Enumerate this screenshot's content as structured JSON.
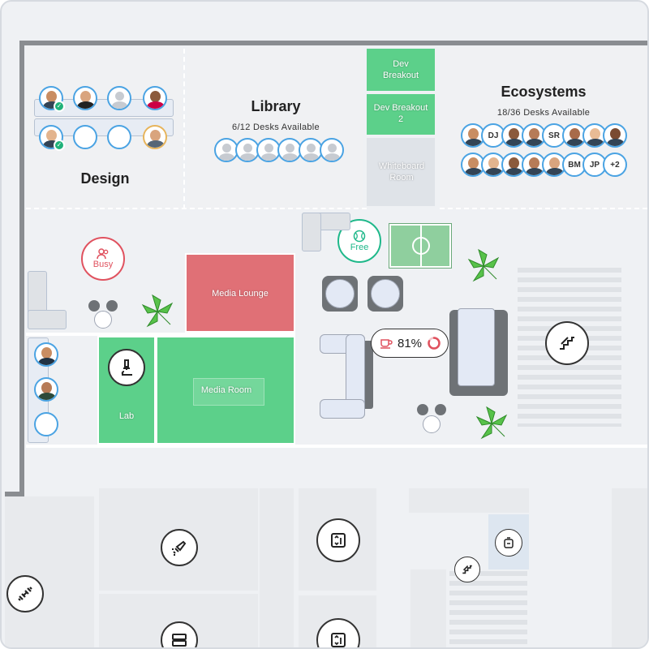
{
  "zones": {
    "design": {
      "title": "Design"
    },
    "library": {
      "title": "Library",
      "subtitle": "6/12 Desks Available"
    },
    "ecosystems": {
      "title": "Ecosystems",
      "subtitle": "18/36 Desks Available"
    }
  },
  "rooms": {
    "dev_breakout": "Dev Breakout",
    "dev_breakout_2": "Dev Breakout 2",
    "whiteboard_room": "Whiteboard Room",
    "media_lounge": "Media Lounge",
    "media_room": "Media Room",
    "lab": "Lab"
  },
  "status": {
    "busy": {
      "label": "Busy",
      "color": "#e0525f"
    },
    "free": {
      "label": "Free",
      "color": "#1fb88a"
    },
    "occupancy": {
      "value": "81%",
      "progress": 0.81,
      "color": "#e0525f"
    }
  },
  "ecosystems_avatars_row1": [
    "",
    "DJ",
    "",
    "",
    "SR",
    "",
    "",
    ""
  ],
  "ecosystems_avatars_row2": [
    "",
    "",
    "",
    "",
    "",
    "BM",
    "JP",
    "+2"
  ],
  "colors": {
    "accent_blue": "#4aa3e3",
    "room_green": "#5cd08a",
    "room_red": "#e07076",
    "check_green": "#20b27a"
  },
  "icons": [
    "check-icon",
    "users-icon",
    "tennis-ball-icon",
    "coffee-cup-icon",
    "stairs-icon",
    "microscope-icon",
    "cleaning-spray-icon",
    "elevator-icon",
    "dumbbell-icon",
    "server-icon",
    "locker-icon",
    "palm-plant-icon"
  ]
}
